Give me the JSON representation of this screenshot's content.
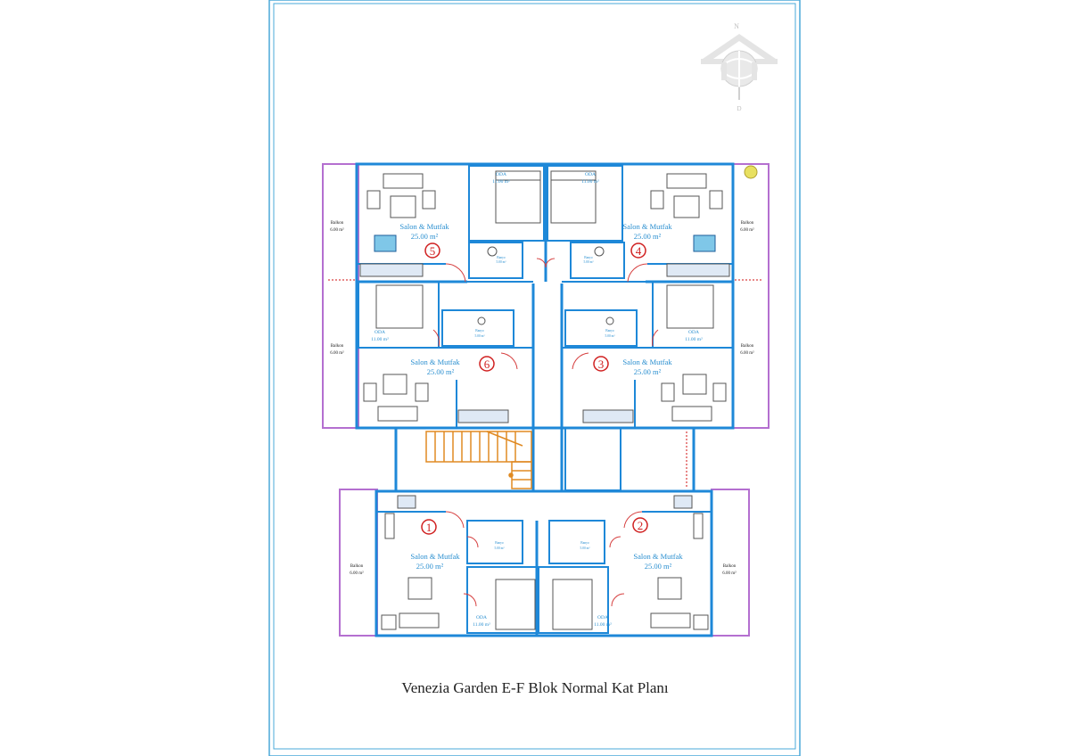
{
  "plan_title": "Venezia Garden E-F Blok Normal Kat Planı",
  "compass": {
    "north_label": "N",
    "south_label": "D"
  },
  "colors": {
    "wall": "#1e88d8",
    "balcony": "#b46fd0",
    "stair": "#e08a22",
    "unit_number": "#d02020",
    "frame": "#4aa8d8"
  },
  "units": [
    {
      "number": "1",
      "salon_label": "Salon & Mutfak",
      "salon_area": "25.00 m²",
      "oda_label": "ODA",
      "oda_area": "11.00 m²",
      "banyo_label": "Banyo",
      "banyo_area": "5.00 m²",
      "balkon_label": "Balkon",
      "balkon_area": "6.00 m²"
    },
    {
      "number": "2",
      "salon_label": "Salon & Mutfak",
      "salon_area": "25.00 m²",
      "oda_label": "ODA",
      "oda_area": "11.00 m²",
      "banyo_label": "Banyo",
      "banyo_area": "5.00 m²",
      "balkon_label": "Balkon",
      "balkon_area": "6.00 m²"
    },
    {
      "number": "3",
      "salon_label": "Salon & Mutfak",
      "salon_area": "25.00 m²",
      "oda_label": "ODA",
      "oda_area": "11.00 m²",
      "banyo_label": "Banyo",
      "banyo_area": "5.00 m²",
      "balkon_label": "Balkon",
      "balkon_area": "6.00 m²"
    },
    {
      "number": "4",
      "salon_label": "Salon & Mutfak",
      "salon_area": "25.00 m²",
      "oda_label": "ODA",
      "oda_area": "11.00 m²",
      "banyo_label": "Banyo",
      "banyo_area": "5.00 m²",
      "balkon_label": "Balkon",
      "balkon_area": "6.00 m²"
    },
    {
      "number": "5",
      "salon_label": "Salon & Mutfak",
      "salon_area": "25.00 m²",
      "oda_label": "ODA",
      "oda_area": "11.00 m²",
      "banyo_label": "Banyo",
      "banyo_area": "5.00 m²",
      "balkon_label": "Balkon",
      "balkon_area": "6.00 m²"
    },
    {
      "number": "6",
      "salon_label": "Salon & Mutfak",
      "salon_area": "25.00 m²",
      "oda_label": "ODA",
      "oda_area": "11.00 m²",
      "banyo_label": "Banyo",
      "banyo_area": "5.00 m²",
      "balkon_label": "Balkon",
      "balkon_area": "6.00 m²"
    }
  ]
}
